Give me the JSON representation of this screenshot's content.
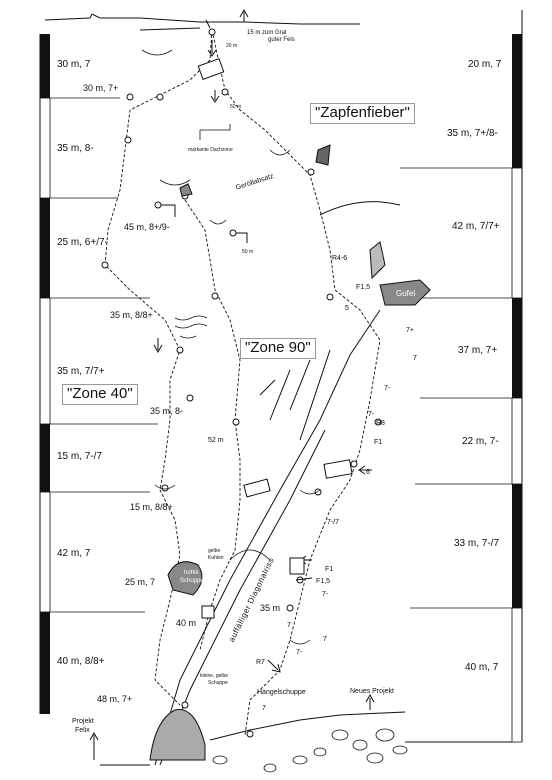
{
  "left_pitches": [
    {
      "grade": "30 m, 7"
    },
    {
      "grade": "35 m, 8-"
    },
    {
      "grade": "25 m, 6+/7-"
    },
    {
      "grade": "35 m, 7/7+"
    },
    {
      "grade": "15 m, 7-/7"
    },
    {
      "grade": "42 m, 7"
    },
    {
      "grade": "40 m, 8/8+"
    }
  ],
  "right_pitches": [
    {
      "grade": "20 m, 7"
    },
    {
      "grade": "35 m, 7+/8-"
    },
    {
      "grade": "42 m, 7/7+"
    },
    {
      "grade": "37 m, 7+"
    },
    {
      "grade": "22 m, 7-"
    },
    {
      "grade": "33 m, 7-/7"
    },
    {
      "grade": "40 m, 7"
    }
  ],
  "route_labels": {
    "p1": "30 m, 7+",
    "p2": "45 m, 8+/9-",
    "p3": "35 m, 8/8+",
    "p4": "35 m, 8-",
    "p5": "15 m, 8/8+",
    "p6": "25 m, 7",
    "p7": "48 m, 7+",
    "p8": "35 m",
    "p9": "40 m",
    "p10": "52 m",
    "p11": "50 m",
    "p12": "50 m",
    "p13": "20 m"
  },
  "zones": {
    "zapfenfieber": "\"Zapfenfieber\"",
    "zone90": "\"Zone 90\"",
    "zone40": "\"Zone 40\""
  },
  "annotations": {
    "grat_line1": "15 m zum Grat",
    "grat_line2": "guter Fels",
    "dachzone": "markante Dachzone",
    "geroellabsatz": "Geröllabsatz",
    "r46": "R4-6",
    "f15_top": "F1,5",
    "gufel": "Gufel",
    "five": "5",
    "r8": "R8",
    "f1_upper": "F1",
    "six": "6",
    "grade_7p_a": "7+",
    "grade_7_a": "7",
    "grade_7m_a": "7-",
    "grade_7m_b": "7-",
    "grade_77": "7-/7",
    "f1_lower": "F1",
    "f15_lower": "F1,5",
    "grade_7m_c": "7-",
    "diagonalriss": "auffälliger Diagonalriss",
    "gelbe_kuhlen_1": "gelbe",
    "gelbe_kuhlen_2": "Kuhlen",
    "hohle_1": "hohle",
    "hohle_2": "Schuppe",
    "grade_7_b": "7",
    "grade_7_c": "7",
    "grade_7m_d": "7-",
    "r7": "R7",
    "kleine_1": "kleine, gelbe",
    "kleine_2": "Schuppe",
    "hangelschuppe": "Hangelschuppe",
    "grade_7_d": "7",
    "neues_projekt": "Neues Projekt",
    "projekt_felix_1": "Projekt",
    "projekt_felix_2": "Felix"
  }
}
